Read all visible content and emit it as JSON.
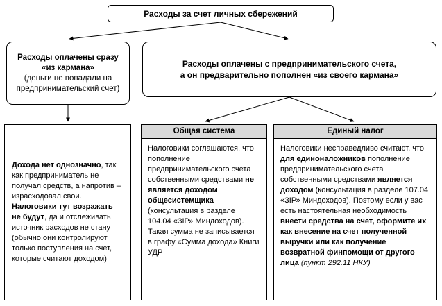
{
  "root": {
    "title": "Расходы за счет личных сбережений"
  },
  "branch_cash": {
    "bold": "Расходы оплачены сразу «из кармана»",
    "normal": "(деньги не попадали на предпринимательский счет)"
  },
  "branch_account": {
    "line1": "Расходы оплачены с предпринимательского счета,",
    "line2": "а он предварительно пополнен «из своего кармана»"
  },
  "cash_result": {
    "segments": [
      {
        "style": "bold",
        "text": "Дохода нет однозначно"
      },
      {
        "style": "normal",
        "text": ", так как предприниматель не получал средств, а напротив – израсходовал свои. "
      },
      {
        "style": "bold",
        "text": "Налоговики тут возражать не будут"
      },
      {
        "style": "normal",
        "text": ", да и отслеживать источник расходов не станут (обычно они контролируют только поступления на счет, которые считают доходом)"
      }
    ]
  },
  "general_system": {
    "header": "Общая система",
    "segments": [
      {
        "style": "normal",
        "text": "Налоговики соглашаются, что пополнение предпринимательского счета собственными средствами "
      },
      {
        "style": "bold",
        "text": "не является доходом общесистемщика"
      },
      {
        "style": "normal",
        "text": " (консультация в разделе 104.04 «ЗІР» Миндоходов). Такая сумма не записывается в графу «Сумма дохода» Книги УДР"
      }
    ]
  },
  "single_tax": {
    "header": "Единый налог",
    "segments": [
      {
        "style": "normal",
        "text": "Налоговики несправедливо считают, что "
      },
      {
        "style": "bold",
        "text": "для единоналожников"
      },
      {
        "style": "normal",
        "text": " пополнение предпринимательского счета собственными средствами "
      },
      {
        "style": "bold",
        "text": "является доходом"
      },
      {
        "style": "normal",
        "text": " (консультация в разделе 107.04 «ЗІР» Миндоходов). Поэтому если у вас есть настоятельная необходимость "
      },
      {
        "style": "bold",
        "text": "внести средства на счет, оформите их как внесение на счет полученной выручки или как получение возвратной финпомощи от другого лица "
      },
      {
        "style": "italic",
        "text": "(пункт 292.11 НКУ)"
      }
    ]
  }
}
